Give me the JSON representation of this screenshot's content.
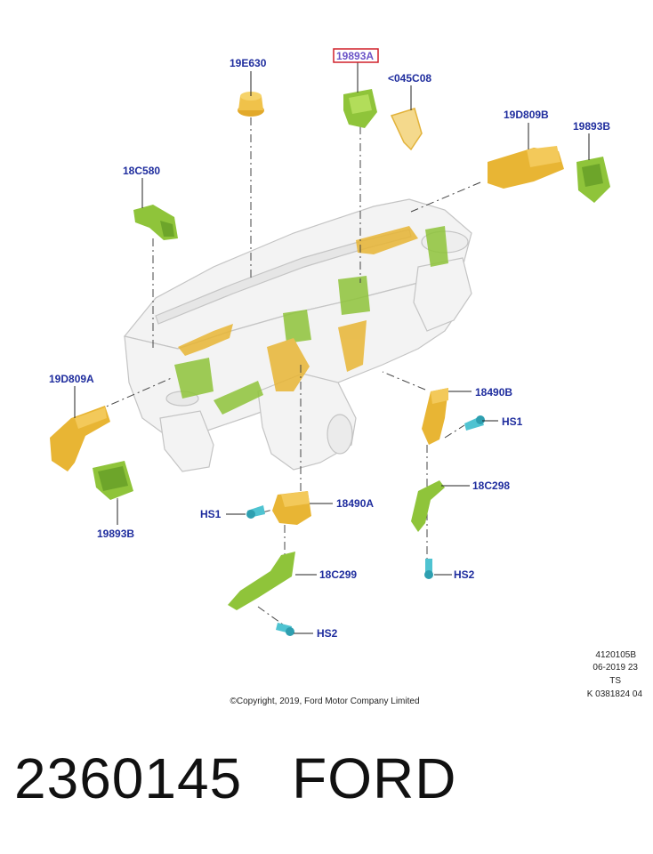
{
  "colors": {
    "callout": "#1f2d9e",
    "highlight_box": "#d0202a",
    "highlight_text": "#6b54c8",
    "part_green": "#8fc43a",
    "part_yellow": "#e8b534",
    "fastener_cyan": "#4fc3d1",
    "dashboard_outline": "#c8c8c8"
  },
  "callouts": {
    "c19E630": "19E630",
    "c19893A": "19893A",
    "c045C08": "<045C08",
    "c19D809B": "19D809B",
    "c19893B_right": "19893B",
    "c18C580": "18C580",
    "c19D809A": "19D809A",
    "c19893B_left": "19893B",
    "c18490B": "18490B",
    "cHS1_right": "HS1",
    "c18C298": "18C298",
    "cHS1_left": "HS1",
    "c18490A": "18490A",
    "c18C299": "18C299",
    "cHS2_right": "HS2",
    "cHS2_bottom": "HS2"
  },
  "meta": {
    "line1": "4120105B",
    "line2": "06-2019 23",
    "line3": "TS",
    "line4": "K 0381824 04"
  },
  "copyright": "©Copyright, 2019, Ford Motor Company Limited",
  "footer": {
    "part_number": "2360145",
    "brand": "FORD"
  }
}
